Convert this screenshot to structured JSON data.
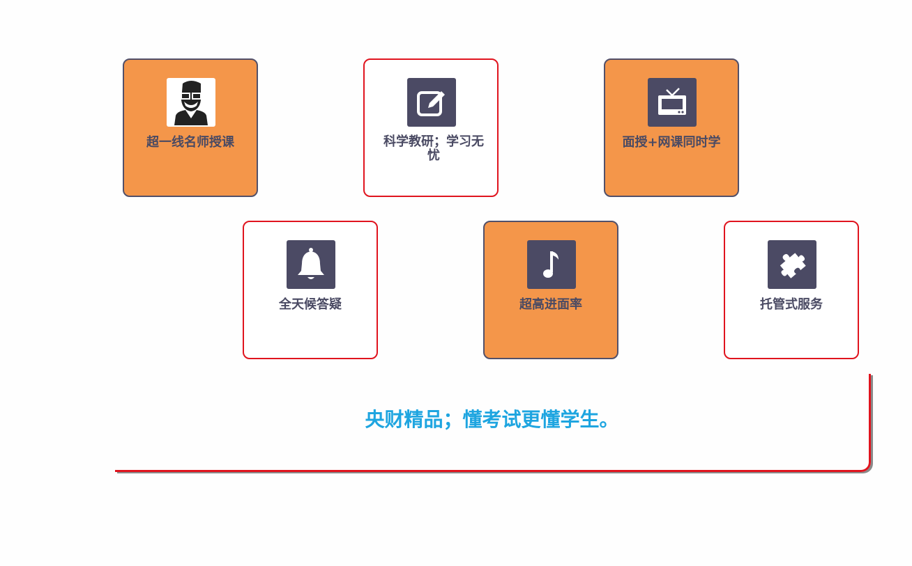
{
  "features": [
    {
      "label": "超一线名师授课",
      "icon": "teacher-icon"
    },
    {
      "label": "科学教研；学习无忧",
      "icon": "edit-icon"
    },
    {
      "label": "面授+网课同时学",
      "icon": "tv-icon"
    },
    {
      "label": "全天候答疑",
      "icon": "bell-icon"
    },
    {
      "label": "超高进面率",
      "icon": "music-note-icon"
    },
    {
      "label": "托管式服务",
      "icon": "puzzle-icon"
    }
  ],
  "banner": {
    "text": "央财精品；懂考试更懂学生。"
  },
  "colors": {
    "orange": "#f4964a",
    "red_border": "#e0141e",
    "icon_bg": "#4b4a64",
    "banner_text": "#1ea5e0"
  }
}
